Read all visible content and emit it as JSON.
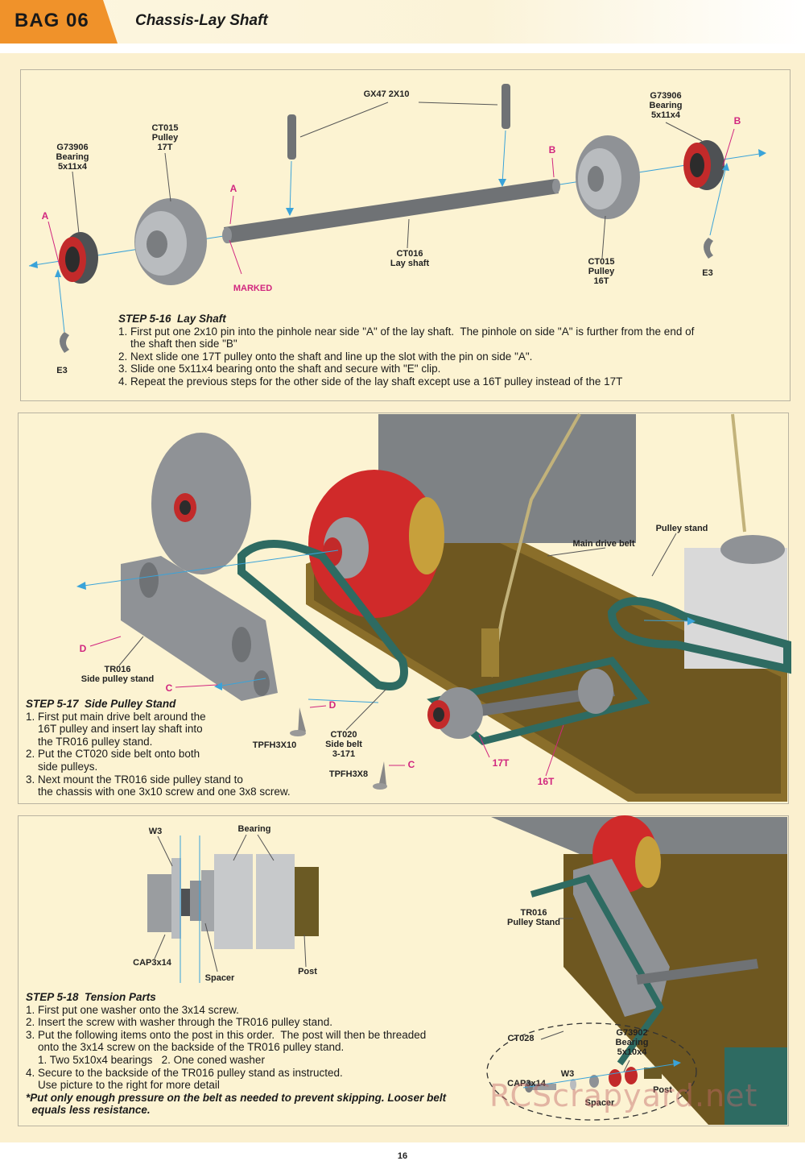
{
  "header": {
    "bag": "BAG 06",
    "title": "Chassis-Lay Shaft"
  },
  "step1": {
    "labels": {
      "gx47": "GX47 2X10",
      "g73906_left": "G73906\nBearing\n5x11x4",
      "ct015_left": "CT015\nPulley\n17T",
      "g73906_right": "G73906\nBearing\n5x11x4",
      "ct016": "CT016\nLay shaft",
      "ct015_right": "CT015\nPulley\n16T",
      "e3_left": "E3",
      "e3_right": "E3",
      "a_far": "A",
      "a_shaft": "A",
      "b_shaft": "B",
      "b_far": "B",
      "marked": "MARKED"
    },
    "heading": "STEP 5-16  Lay Shaft",
    "lines": [
      "1. First put one 2x10 pin into the pinhole near side \"A\" of the lay shaft.  The pinhole on side \"A\" is further from the end of",
      "    the shaft then side \"B\"",
      "2. Next slide one 17T pulley onto the shaft and line up the slot with the pin on side \"A\".",
      "3. Slide one 5x11x4 bearing onto the shaft and secure with \"E\" clip.",
      "4. Repeat the previous steps for the other side of the lay shaft except use a 16T pulley instead of the 17T"
    ]
  },
  "step2": {
    "labels": {
      "pulley_stand": "Pulley stand",
      "main_drive_belt": "Main drive belt",
      "d_left": "D",
      "tr016": "TR016\nSide pulley stand",
      "c_left": "C",
      "d_screw": "D",
      "tpfh3x10": "TPFH3X10",
      "ct020": "CT020\nSide belt\n3-171",
      "tpfh3x8": "TPFH3X8",
      "c_screw": "C",
      "t17": "17T",
      "t16": "16T"
    },
    "heading": "STEP 5-17  Side Pulley Stand",
    "lines": [
      "1. First put main drive belt around the",
      "    16T pulley and insert lay shaft into",
      "    the TR016 pulley stand.",
      "2. Put the CT020 side belt onto both",
      "    side pulleys.",
      "3. Next mount the TR016 side pulley stand to",
      "    the chassis with one 3x10 screw and one 3x8 screw."
    ]
  },
  "step3": {
    "labels": {
      "w3": "W3",
      "bearing": "Bearing",
      "cap3x14": "CAP3x14",
      "spacer": "Spacer",
      "post": "Post",
      "tr016": "TR016\nPulley Stand",
      "ct028": "CT028",
      "g73902": "G73902\nBearing\n5x10x4",
      "cap3x14_small": "CAP3x14",
      "w3_small": "W3",
      "spacer_small": "Spacer",
      "post_small": "Post"
    },
    "heading": "STEP 5-18  Tension Parts",
    "lines": [
      "1. First put one washer onto the 3x14 screw.",
      "2. Insert the screw with washer through the TR016 pulley stand.",
      "3. Put the following items onto the post in this order.  The post will then be threaded",
      "    onto the 3x14 screw on the backside of the TR016 pulley stand.",
      "    1. Two 5x10x4 bearings   2. One coned washer",
      "4. Secure to the backside of the TR016 pulley stand as instructed.",
      "    Use picture to the right for more detail"
    ],
    "note": "*Put only enough pressure on the belt as needed to prevent skipping. Looser belt\n  equals less resistance."
  },
  "watermark": "RCScrapyard.net",
  "page_number": "16",
  "colors": {
    "tab": "#f0922a",
    "panel": "#fcf3d2",
    "label_accent": "#d1267f",
    "arrow": "#3aa3d9"
  }
}
